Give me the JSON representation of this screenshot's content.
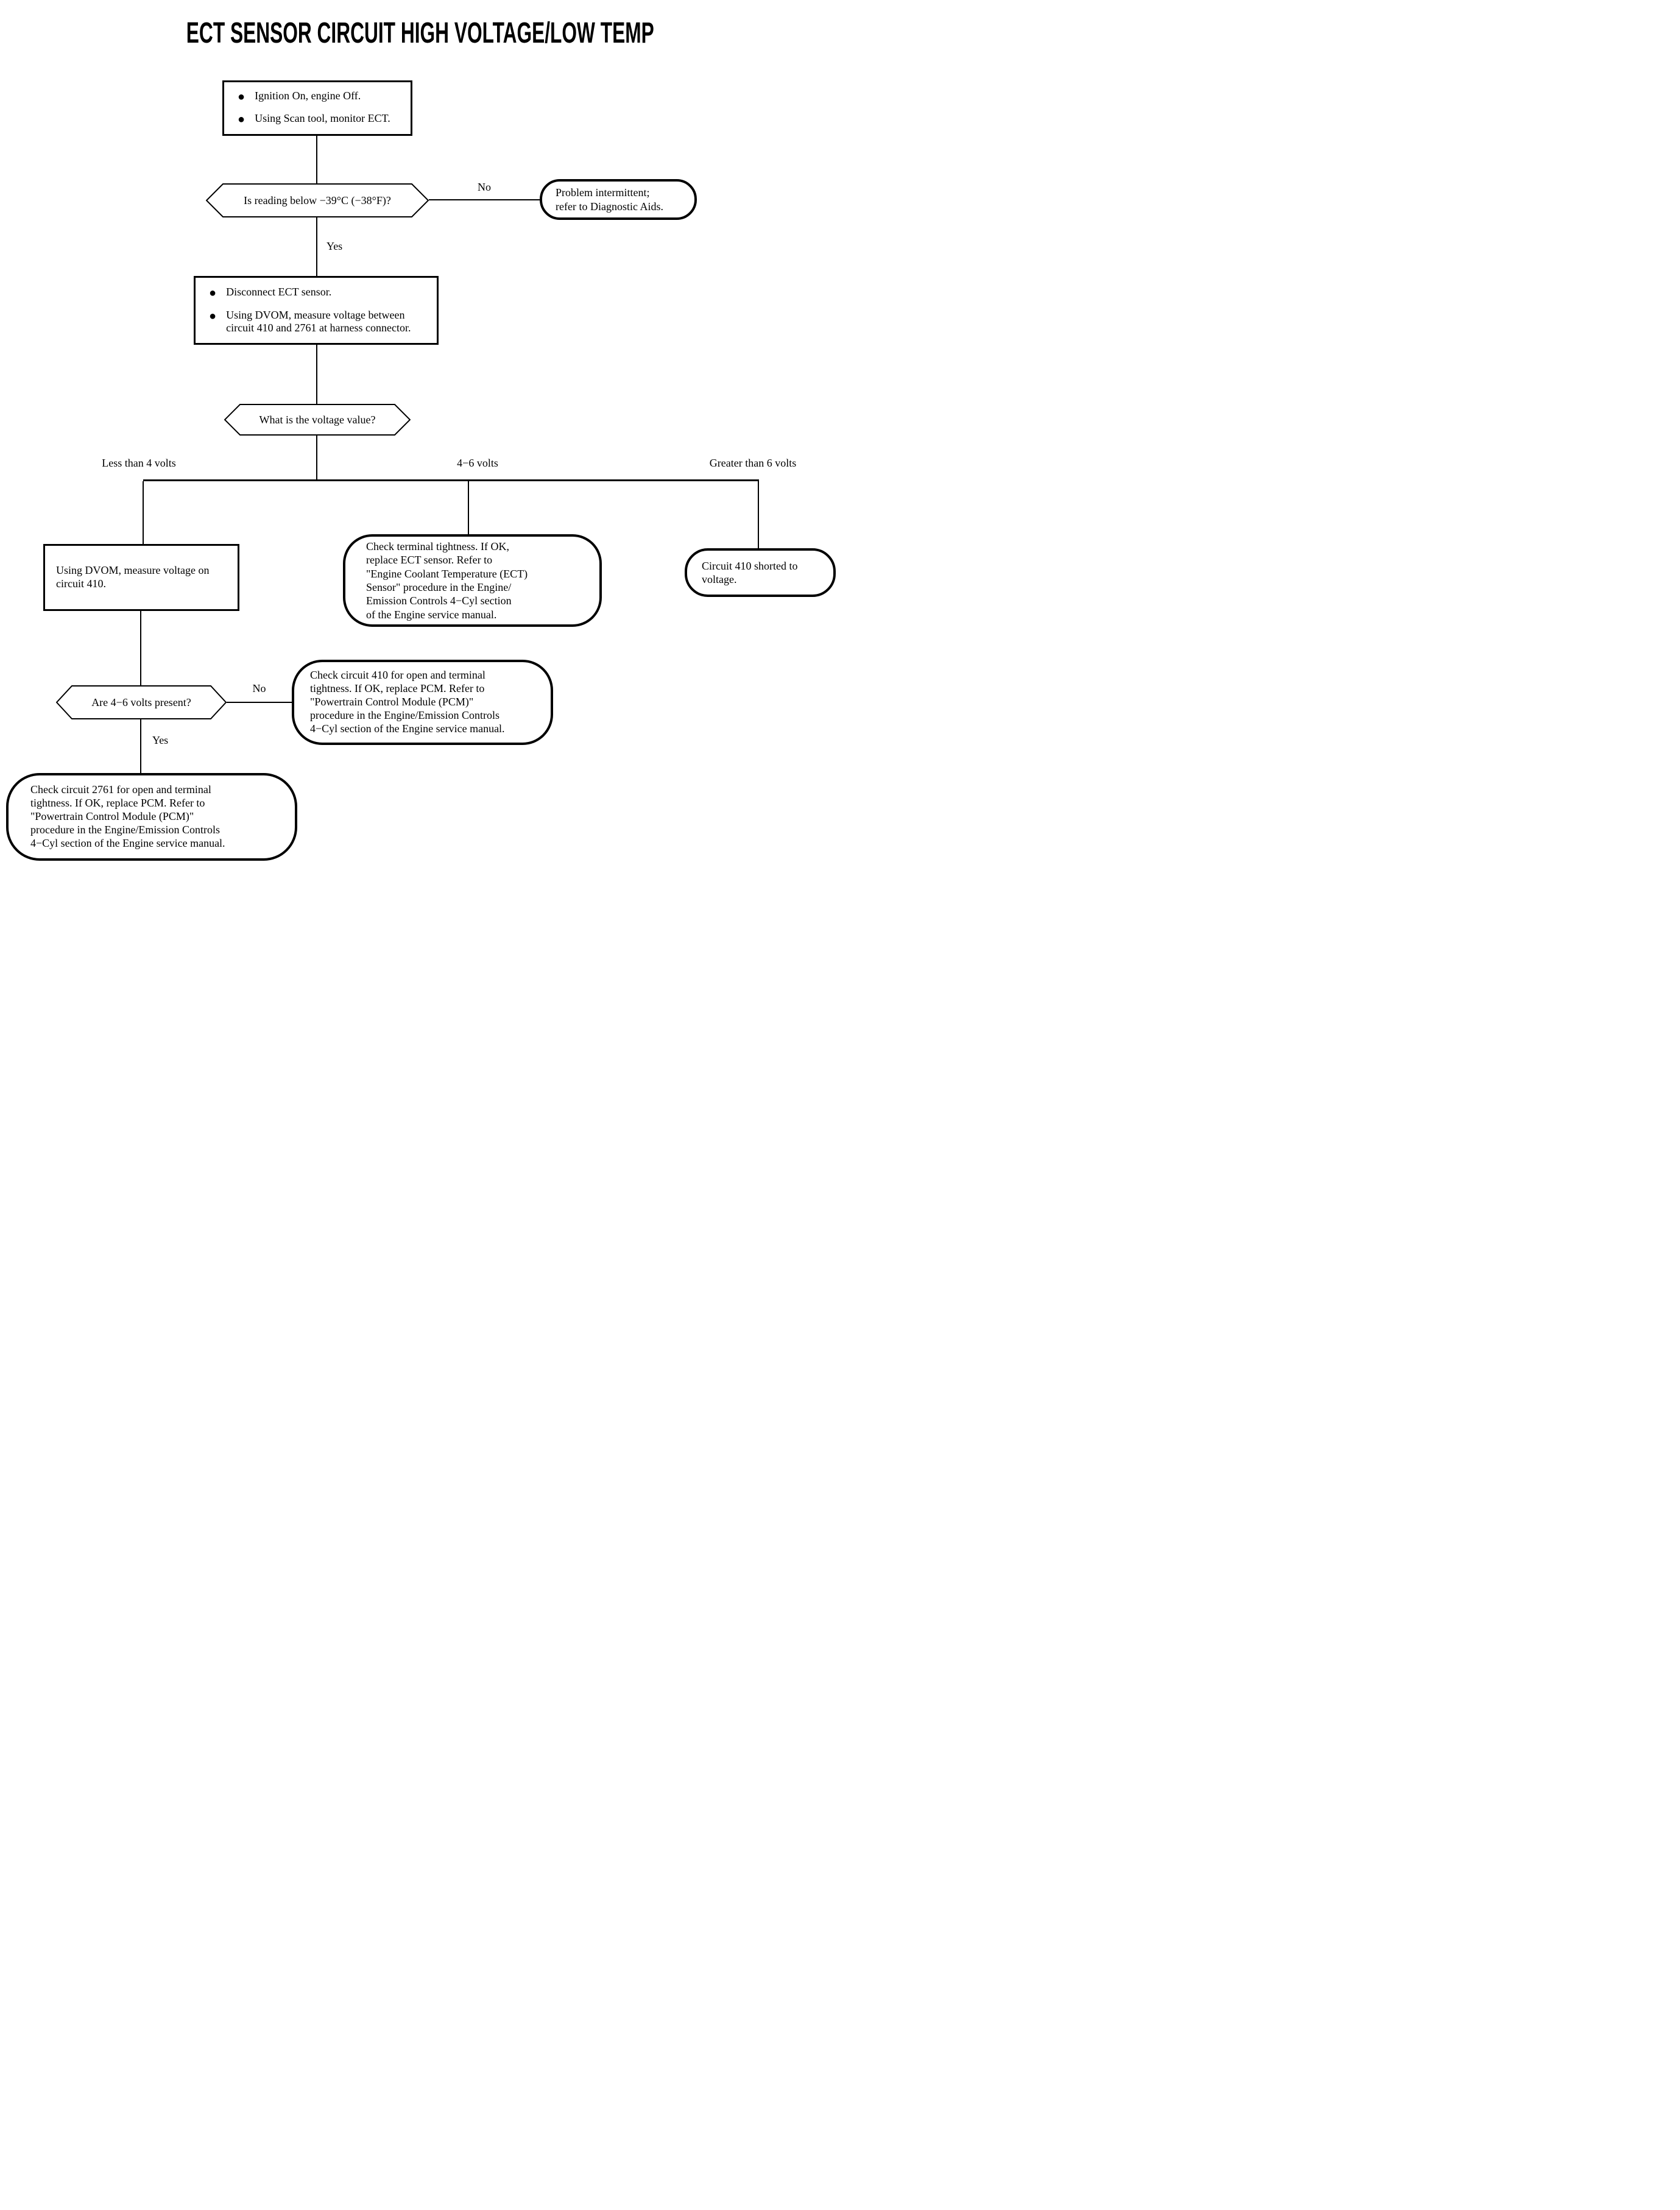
{
  "title": "ECT SENSOR CIRCUIT HIGH VOLTAGE/LOW TEMP",
  "colors": {
    "ink": "#000000",
    "background": "#ffffff"
  },
  "nodes": {
    "start_box": {
      "items": [
        "Ignition On, engine Off.",
        "Using Scan tool, monitor ECT."
      ]
    },
    "decision_reading": {
      "text": "Is reading below −39°C (−38°F)?"
    },
    "terminal_intermittent": {
      "text": "Problem intermittent;\nrefer to Diagnostic Aids."
    },
    "disconnect_box": {
      "items": [
        "Disconnect ECT sensor.",
        "Using DVOM, measure voltage between\ncircuit 410 and 2761 at harness connector."
      ]
    },
    "decision_voltage": {
      "text": "What is the voltage value?"
    },
    "measure_box": {
      "text": "Using DVOM, measure voltage on\ncircuit 410."
    },
    "terminal_check_terminal": {
      "text": "Check terminal tightness. If OK,\nreplace ECT sensor. Refer to\n\"Engine Coolant Temperature (ECT)\nSensor\" procedure in the Engine/\nEmission Controls 4−Cyl section\nof the Engine service manual."
    },
    "terminal_shorted": {
      "text": "Circuit 410 shorted to\nvoltage."
    },
    "decision_volts_present": {
      "text": "Are 4−6 volts present?"
    },
    "terminal_check_410": {
      "text": "Check circuit 410 for open and terminal\ntightness. If OK, replace PCM. Refer to\n\"Powertrain Control Module (PCM)\"\nprocedure in the Engine/Emission Controls\n4−Cyl section of the Engine service manual."
    },
    "terminal_check_2761": {
      "text": "Check circuit 2761 for open and terminal\ntightness. If OK, replace PCM. Refer to\n\"Powertrain Control Module (PCM)\"\nprocedure in the Engine/Emission Controls\n4−Cyl section of the Engine service manual."
    }
  },
  "edge_labels": {
    "no_1": "No",
    "yes_1": "Yes",
    "no_2": "No",
    "yes_2": "Yes"
  },
  "branch_labels": {
    "left": "Less than 4 volts",
    "middle": "4−6 volts",
    "right": "Greater than 6 volts"
  }
}
